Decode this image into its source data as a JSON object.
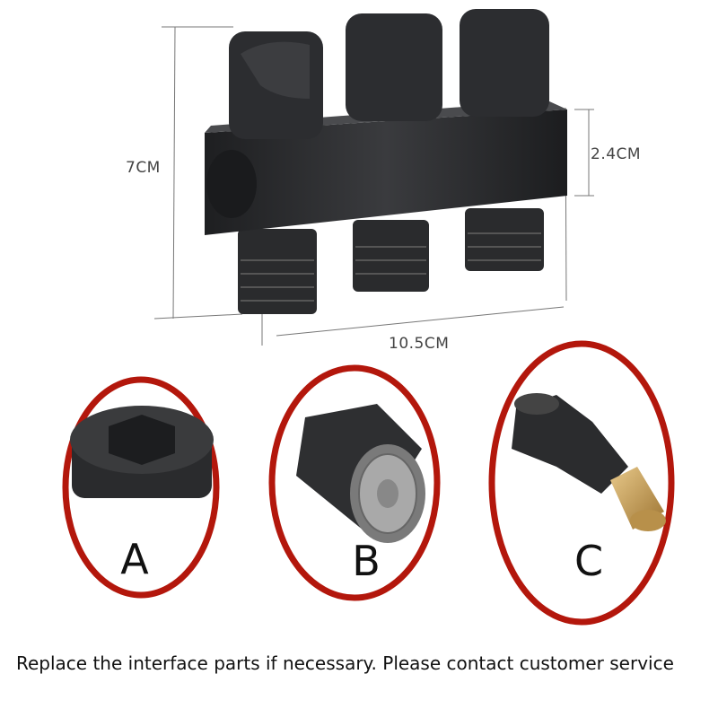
{
  "dimensions": {
    "height": "7CM",
    "body_height": "2.4CM",
    "width": "10.5CM"
  },
  "parts": [
    {
      "label": "A",
      "icon": "plug-cap-icon"
    },
    {
      "label": "B",
      "icon": "aerator-icon"
    },
    {
      "label": "C",
      "icon": "quick-connector-icon"
    }
  ],
  "caption": "Replace the interface parts if necessary.  Please contact customer service",
  "colors": {
    "ring": "#b3170c",
    "product": "#2b2c2e",
    "brass": "#c9a15a"
  }
}
